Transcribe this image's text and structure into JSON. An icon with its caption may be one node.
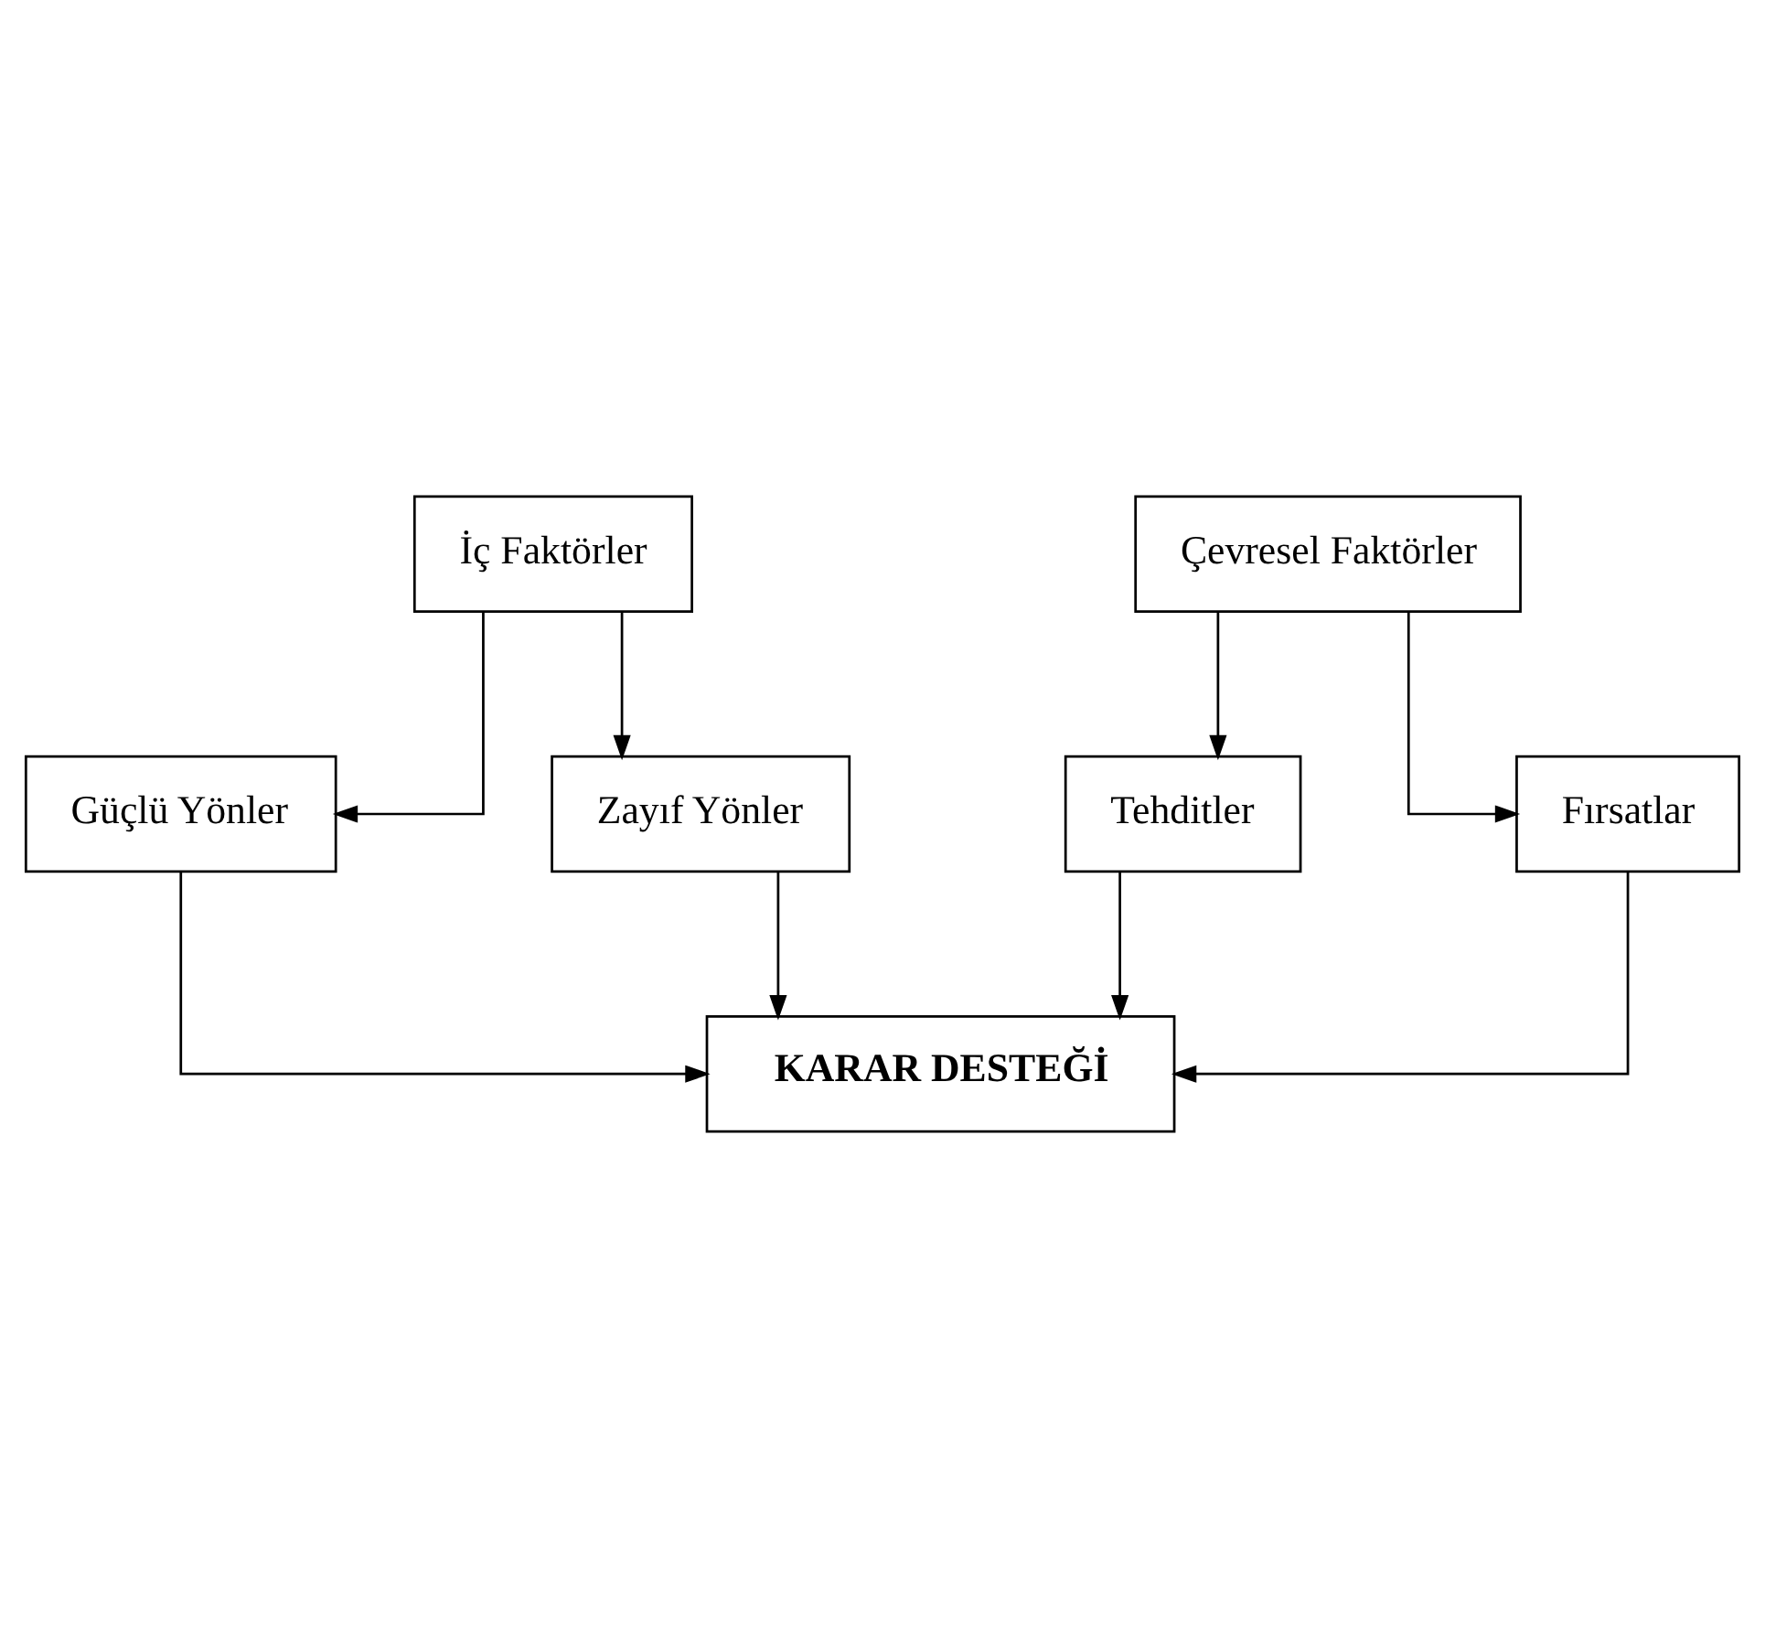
{
  "diagram": {
    "nodes": [
      {
        "text": [
          "İç Faktörler"
        ]
      },
      {
        "text": [
          "Güçlü Yönler"
        ]
      },
      {
        "text": [
          "Zayıf Yönler"
        ]
      },
      {
        "text": [
          "KARAR DESTEĞİ"
        ]
      },
      {
        "text": [
          "Tehditler"
        ]
      },
      {
        "text": [
          "Fırsatlar"
        ]
      },
      {
        "text": [
          "Çevresel Faktörler"
        ]
      }
    ],
    "edges": [
      {
        "from": 0,
        "to": 1,
        "arrow": "to"
      },
      {
        "from": 0,
        "to": 2,
        "arrow": "to"
      },
      {
        "from": 1,
        "to": 3,
        "arrow": "to"
      },
      {
        "from": 2,
        "to": 3,
        "arrow": "to"
      },
      {
        "from": 4,
        "to": 3,
        "arrow": "to"
      },
      {
        "from": 5,
        "to": 3,
        "arrow": "to"
      },
      {
        "from": 6,
        "to": 4,
        "arrow": "to"
      },
      {
        "from": 6,
        "to": 5,
        "arrow": "to"
      }
    ]
  }
}
